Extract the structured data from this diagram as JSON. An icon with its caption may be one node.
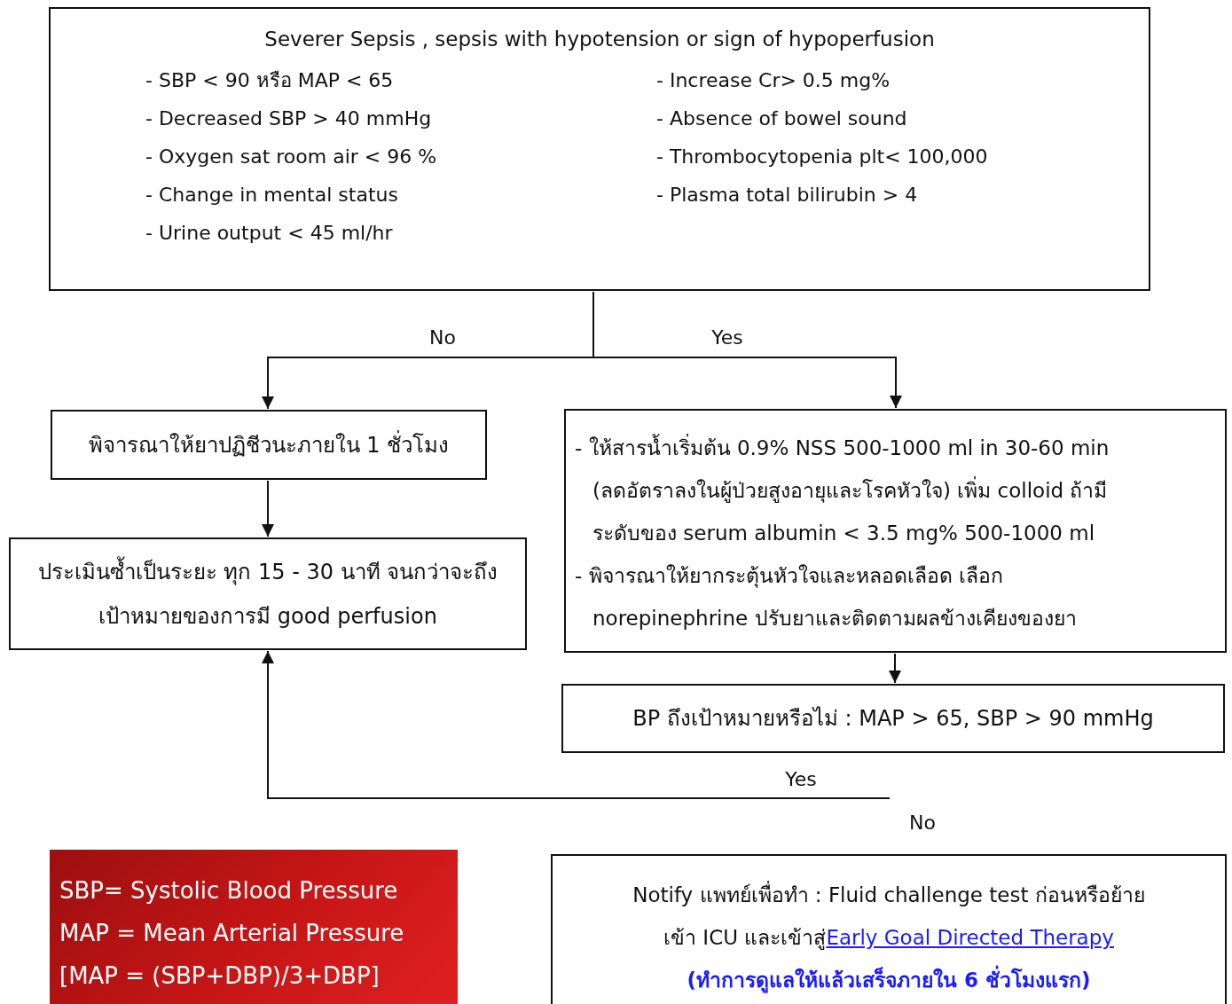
{
  "diagram": {
    "nodes": [
      {
        "text": [
          "Severer Sepsis , sepsis with hypotension or sign of hypoperfusion",
          "- SBP < 90 หรือ MAP < 65",
          "- Decreased SBP > 40 mmHg",
          "- Oxygen sat room air < 96 %",
          "- Change in mental status",
          "- Urine output < 45 ml/hr",
          "- Increase Cr> 0.5 mg%",
          "- Absence of bowel sound",
          "- Thrombocytopenia plt< 100,000",
          "- Plasma total bilirubin > 4"
        ]
      },
      {
        "text": [
          "พิจารณาให้ยาปฏิชีวนะภายใน 1 ชั่วโมง"
        ]
      },
      {
        "text": [
          "ประเมินซ้ำเป็นระยะ ทุก 15 - 30 นาที จนกว่าจะถึงเป้าหมายของการมี good perfusion"
        ]
      },
      {
        "text": [
          "- ให้สารน้ำเริ่มต้น 0.9% NSS 500-1000 ml in 30-60 min (ลดอัตราลงในผู้ป่วยสูงอายุและโรคหัวใจ) เพิ่ม colloid ถ้ามีระดับของ serum albumin < 3.5 mg% 500-1000 ml",
          "- พิจารณาให้ยากระตุ้นหัวใจและหลอดเลือด เลือก norepinephrine ปรับยาและติดตามผลข้างเคียงของยา"
        ]
      },
      {
        "text": [
          "BP ถึงเป้าหมายหรือไม่ : MAP > 65, SBP > 90 mmHg"
        ]
      },
      {
        "text": [
          "SBP= Systolic Blood Pressure",
          "MAP = Mean Arterial Pressure",
          "[MAP = (SBP+DBP)/3+DBP]"
        ]
      },
      {
        "text": [
          "Notify แพทย์เพื่อทำ : Fluid challenge test ก่อนหรือย้ายเข้า ICU และเข้าสู่",
          "Early Goal Directed Therapy",
          "(ทำการดูแลให้แล้วเสร็จภายใน 6 ชั่วโมงแรก)"
        ]
      }
    ],
    "edges": [
      {
        "from": 0,
        "to": 1,
        "arrow": "to",
        "label": "No"
      },
      {
        "from": 0,
        "to": 3,
        "arrow": "to",
        "label": "Yes"
      },
      {
        "from": 1,
        "to": 2,
        "arrow": "to"
      },
      {
        "from": 3,
        "to": 4,
        "arrow": "to"
      },
      {
        "from": null,
        "to": 2,
        "arrow": "to",
        "label": "Yes"
      }
    ],
    "labels": [
      "No"
    ]
  }
}
